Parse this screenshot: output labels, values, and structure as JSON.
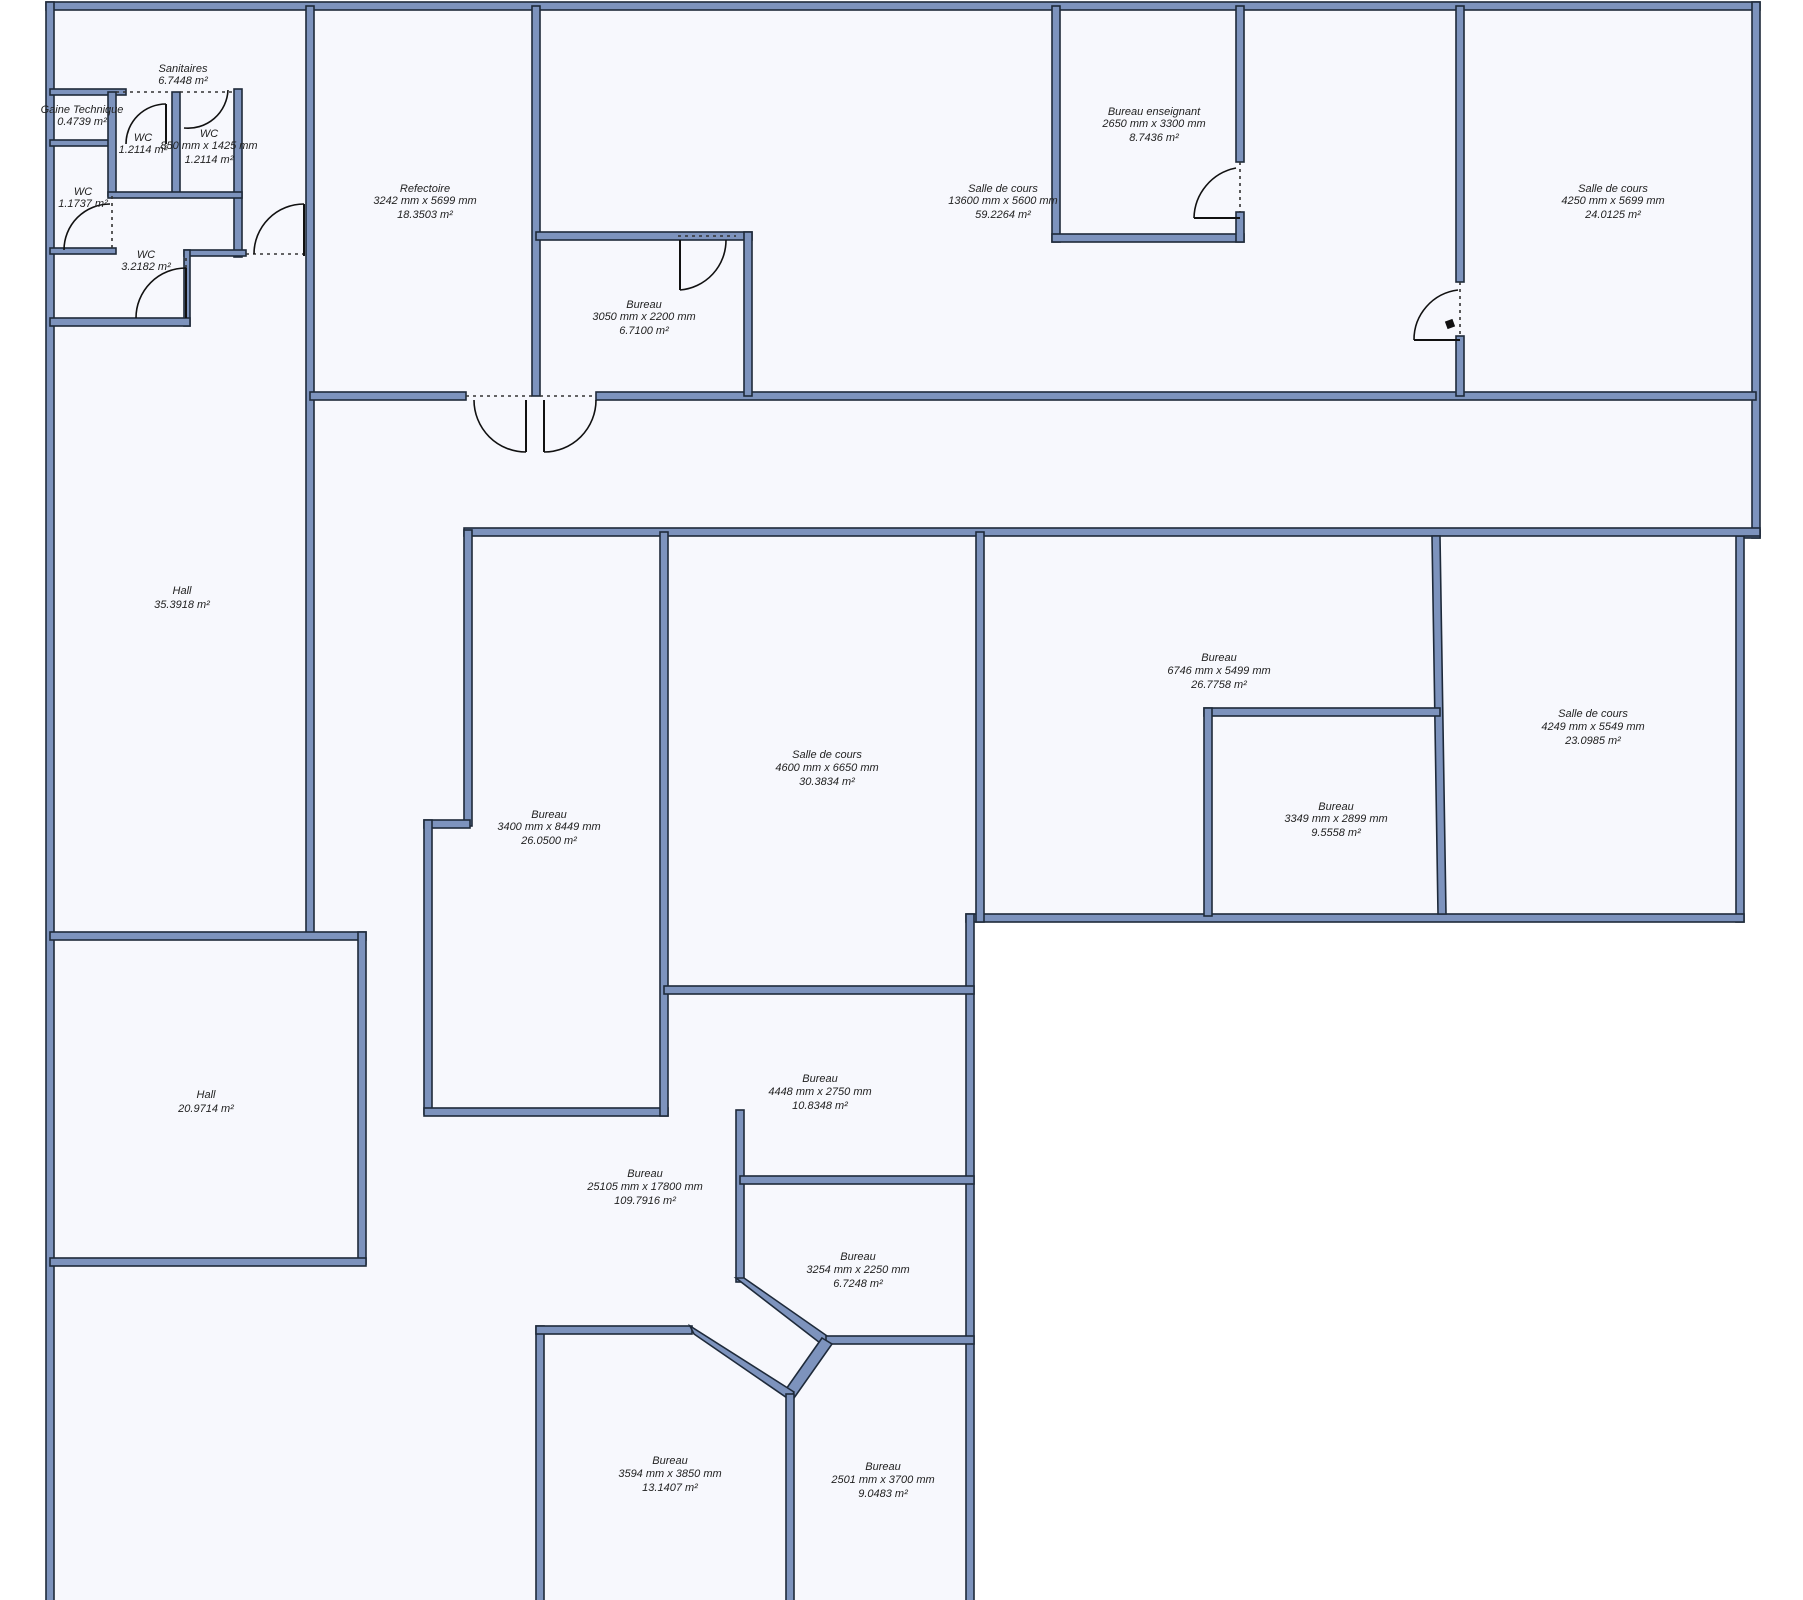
{
  "rooms": [
    {
      "id": "sanitaires",
      "name": "Sanitaires",
      "dims": "",
      "area": "6.7448 m²"
    },
    {
      "id": "gaine",
      "name": "Gaine Technique",
      "dims": "",
      "area": "0.4739 m²"
    },
    {
      "id": "wc1",
      "name": "WC",
      "dims": "",
      "area": "1.2114 m²"
    },
    {
      "id": "wc2",
      "name": "WC",
      "dims": "850 mm x 1425 mm",
      "area": "1.2114 m²"
    },
    {
      "id": "wc3",
      "name": "WC",
      "dims": "",
      "area": "1.1737 m²"
    },
    {
      "id": "wc4",
      "name": "WC",
      "dims": "",
      "area": "3.2182 m²"
    },
    {
      "id": "refectoire",
      "name": "Refectoire",
      "dims": "3242 mm x 5699 mm",
      "area": "18.3503 m²"
    },
    {
      "id": "salle-cours-1",
      "name": "Salle de cours",
      "dims": "13600 mm x 5600 mm",
      "area": "59.2264 m²"
    },
    {
      "id": "bureau-enseignant",
      "name": "Bureau enseignant",
      "dims": "2650 mm x 3300 mm",
      "area": "8.7436 m²"
    },
    {
      "id": "salle-cours-2",
      "name": "Salle de cours",
      "dims": "4250 mm x 5699 mm",
      "area": "24.0125 m²"
    },
    {
      "id": "bureau-1",
      "name": "Bureau",
      "dims": "3050 mm x 2200 mm",
      "area": "6.7100 m²"
    },
    {
      "id": "hall-1",
      "name": "Hall",
      "dims": "",
      "area": "35.3918 m²"
    },
    {
      "id": "hall-2",
      "name": "Hall",
      "dims": "",
      "area": "20.9714 m²"
    },
    {
      "id": "bureau-2",
      "name": "Bureau",
      "dims": "3400 mm x 8449 mm",
      "area": "26.0500 m²"
    },
    {
      "id": "salle-cours-3",
      "name": "Salle de cours",
      "dims": "4600 mm x 6650 mm",
      "area": "30.3834 m²"
    },
    {
      "id": "bureau-3",
      "name": "Bureau",
      "dims": "6746 mm x 5499 mm",
      "area": "26.7758 m²"
    },
    {
      "id": "bureau-4",
      "name": "Bureau",
      "dims": "3349 mm x 2899 mm",
      "area": "9.5558 m²"
    },
    {
      "id": "salle-cours-4",
      "name": "Salle de cours",
      "dims": "4249 mm x 5549 mm",
      "area": "23.0985 m²"
    },
    {
      "id": "bureau-5",
      "name": "Bureau",
      "dims": "4448 mm x 2750 mm",
      "area": "10.8348 m²"
    },
    {
      "id": "bureau-6",
      "name": "Bureau",
      "dims": "25105 mm x 17800 mm",
      "area": "109.7916 m²"
    },
    {
      "id": "bureau-7",
      "name": "Bureau",
      "dims": "3254 mm x 2250 mm",
      "area": "6.7248 m²"
    },
    {
      "id": "bureau-8",
      "name": "Bureau",
      "dims": "3594 mm x 3850 mm",
      "area": "13.1407 m²"
    },
    {
      "id": "bureau-9",
      "name": "Bureau",
      "dims": "2501 mm x 3700 mm",
      "area": "9.0483 m²"
    }
  ]
}
